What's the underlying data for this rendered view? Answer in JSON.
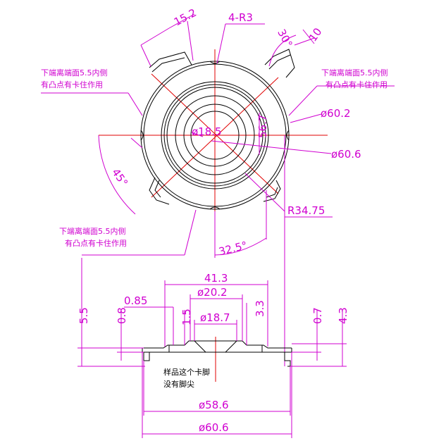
{
  "dims": {
    "top_15_2": "15.2",
    "top_4_r3": "4-R3",
    "top_30": "30°",
    "top_10": "10",
    "top_d18_5": "ø18.5",
    "top_d56_7": "56.7",
    "top_d60_2": "ø60.2",
    "top_d60_6": "ø60.6",
    "top_45": "45°",
    "top_r34_75": "R34.75",
    "top_32_5": "32.5°",
    "side_41_3": "41.3",
    "side_d20_2": "ø20.2",
    "side_0_85": "0.85",
    "side_1_5": "1.5",
    "side_d18_7": "ø18.7",
    "side_3_3": "3.3",
    "side_5_5": "5.5",
    "side_0_8": "0.8",
    "side_0_7": "0.7",
    "side_4_3": "4.3",
    "side_d58_6": "ø58.6",
    "side_d60_6": "ø60.6"
  },
  "notes": {
    "note_left_line1": "下端离端面5.5内侧",
    "note_left_line2": "有凸点有卡住作用",
    "note_right_line1": "下端离端面5.5内侧",
    "note_right_line2": "有凸点有卡住作用",
    "note_bottom_line1": "下端离端面5.5内侧",
    "note_bottom_line2": "有凸点有卡住作用",
    "sample_line1": "样品这个卡脚",
    "sample_line2": "没有脚尖"
  },
  "colors": {
    "dimension": "#d000d0",
    "object": "#000000",
    "centerline": "#e00000",
    "background": "#ffffff"
  }
}
